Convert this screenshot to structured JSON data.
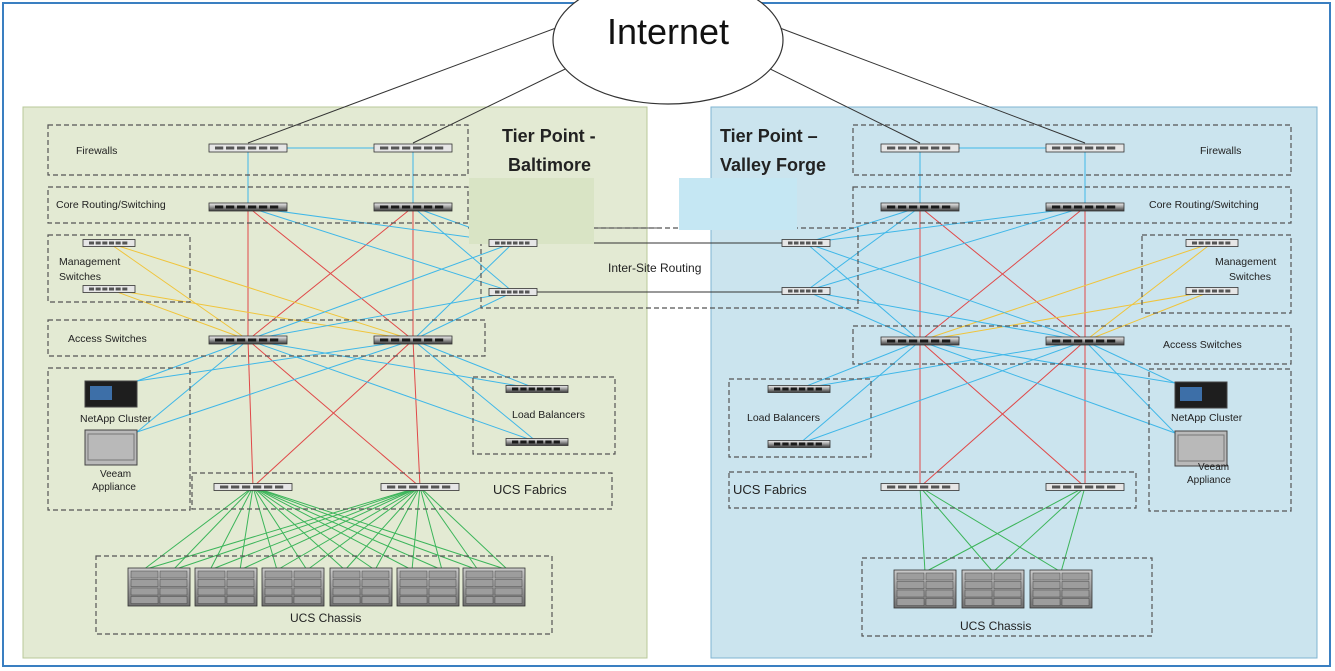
{
  "internet": {
    "label": "Internet"
  },
  "sites": {
    "baltimore": {
      "title_line1": "Tier Point -",
      "title_line2": "Baltimore",
      "labels": {
        "firewalls": "Firewalls",
        "core": "Core Routing/Switching",
        "management_line1": "Management",
        "management_line2": "Switches",
        "access": "Access Switches",
        "netapp": "NetApp Cluster",
        "veeam_line1": "Veeam",
        "veeam_line2": "Appliance",
        "load_balancers": "Load Balancers",
        "ucs_fabrics": "UCS Fabrics",
        "ucs_chassis": "UCS Chassis"
      }
    },
    "valley_forge": {
      "title_line1": "Tier Point –",
      "title_line2": "Valley Forge",
      "labels": {
        "firewalls": "Firewalls",
        "core": "Core Routing/Switching",
        "management_line1": "Management",
        "management_line2": "Switches",
        "access": "Access Switches",
        "netapp": "NetApp Cluster",
        "veeam_line1": "Veeam",
        "veeam_line2": "Appliance",
        "load_balancers": "Load Balancers",
        "ucs_fabrics": "UCS Fabrics",
        "ucs_chassis": "UCS Chassis"
      }
    }
  },
  "inter_site": {
    "label": "Inter-Site Routing"
  },
  "colors": {
    "baltimore_bg": "#e3ead3",
    "valley_forge_bg": "#cbe4ee",
    "link_blue": "#3fb7e8",
    "link_red": "#e04848",
    "link_yellow": "#f0c43a",
    "link_green": "#3cb55a",
    "link_black": "#333333"
  }
}
